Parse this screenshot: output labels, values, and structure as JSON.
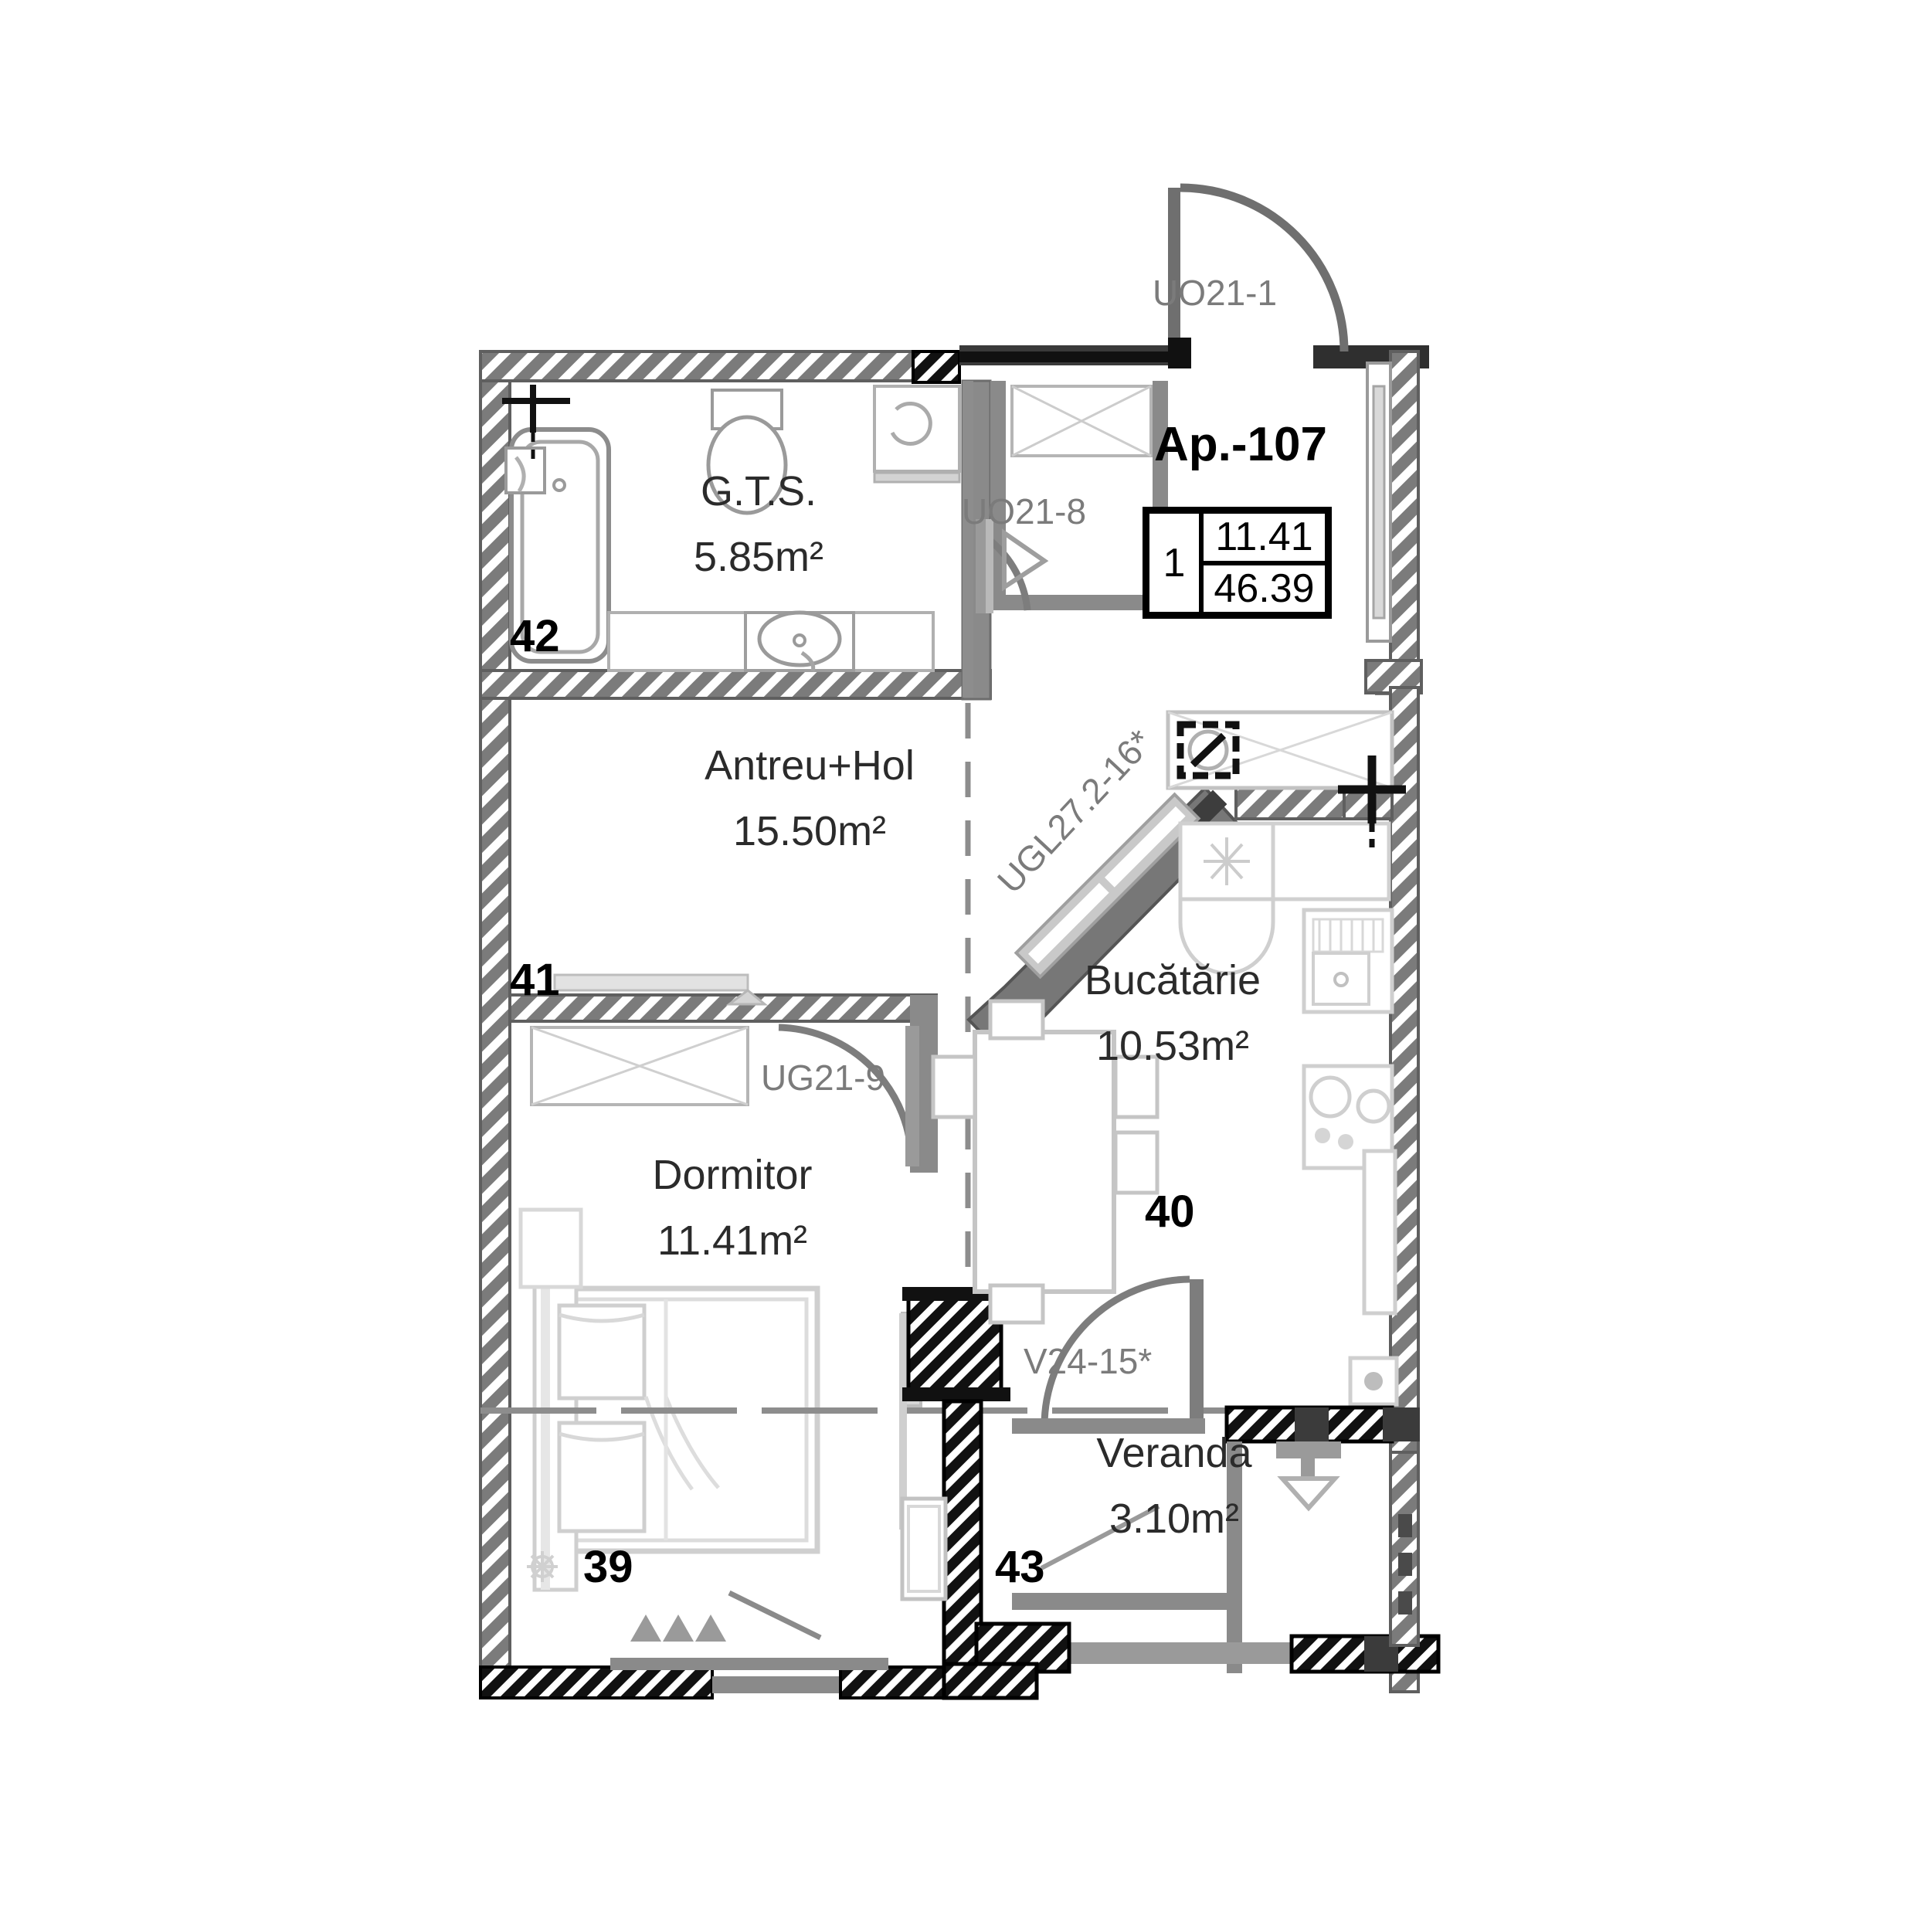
{
  "plan": {
    "apartment": {
      "title": "Ap.-107",
      "rooms_count": "1",
      "living_area": "11.41",
      "total_area": "46.39"
    },
    "rooms": [
      {
        "id": "bathroom",
        "name": "G.T.S.",
        "area": "5.85m²",
        "marker": "42"
      },
      {
        "id": "hall",
        "name": "Antreu+Hol",
        "area": "15.50m²",
        "marker": "41"
      },
      {
        "id": "kitchen",
        "name": "Bucătărie",
        "area": "10.53m²",
        "marker": "40"
      },
      {
        "id": "bedroom",
        "name": "Dormitor",
        "area": "11.41m²",
        "marker": "39"
      },
      {
        "id": "veranda",
        "name": "Veranda",
        "area": "3.10m²",
        "marker": "43"
      }
    ],
    "openings": [
      {
        "id": "entry-door",
        "label": "UO21-1"
      },
      {
        "id": "bathroom-door",
        "label": "UO21-8"
      },
      {
        "id": "kitchen-window",
        "label": "UGL27.2-16*"
      },
      {
        "id": "bedroom-door",
        "label": "UG21-9"
      },
      {
        "id": "veranda-door",
        "label": "V24-15*"
      }
    ],
    "colors": {
      "wall_fill": "#7b7b7b",
      "wall_dark": "#000000",
      "furniture": "#c9c9c9",
      "text": "#2b2b2b",
      "opening_text": "#7b7b7b"
    }
  }
}
